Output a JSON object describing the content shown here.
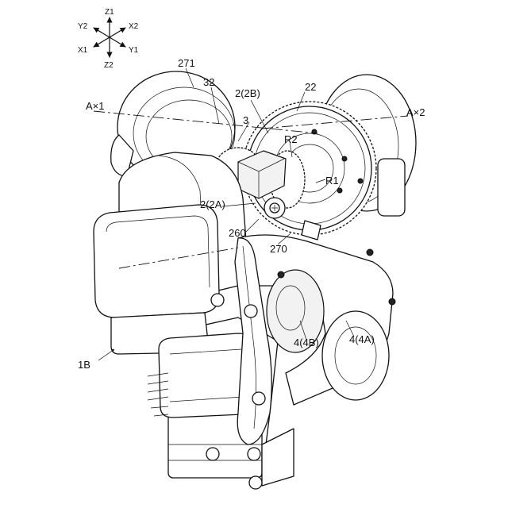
{
  "axes": {
    "z1": "Z1",
    "z2": "Z2",
    "y2": "Y2",
    "x2": "X2",
    "x1": "X1",
    "y1": "Y1"
  },
  "labels": {
    "l_271": "271",
    "l_32": "32",
    "l_2_2b": "2(2B)",
    "l_22": "22",
    "l_ax1": "A×1",
    "l_ax2": "A×2",
    "l_3": "3",
    "l_r2": "R2",
    "l_r1": "R1",
    "l_2_2a": "2(2A)",
    "l_260": "260",
    "l_270": "270",
    "l_1b": "1B",
    "l_4_4b": "4(4B)",
    "l_4_4a": "4(4A)"
  }
}
